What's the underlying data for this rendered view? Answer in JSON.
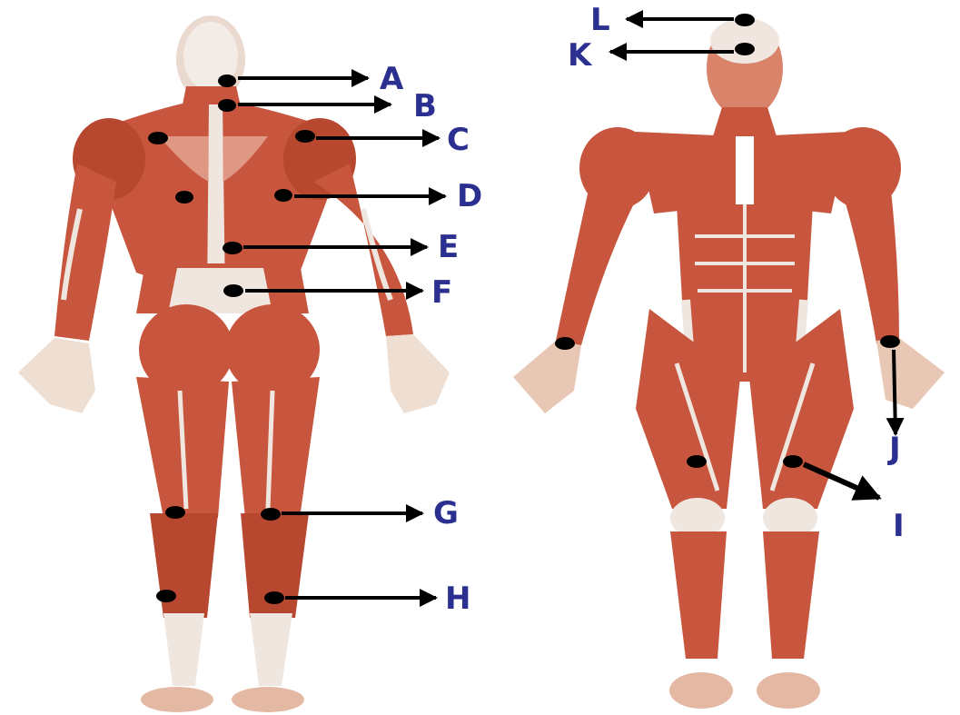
{
  "colors": {
    "muscle": "#c8553d",
    "muscle_dark": "#9a3422",
    "muscle_light": "#e07a5f",
    "tendon": "#efe7df",
    "marker": "#000000",
    "label": "#2b2f8f"
  },
  "figures": [
    {
      "id": "posterior",
      "view": "back"
    },
    {
      "id": "anterior",
      "view": "front"
    }
  ],
  "labels": [
    {
      "id": "A",
      "text": "A"
    },
    {
      "id": "B",
      "text": "B"
    },
    {
      "id": "C",
      "text": "C"
    },
    {
      "id": "D",
      "text": "D"
    },
    {
      "id": "E",
      "text": "E"
    },
    {
      "id": "F",
      "text": "F"
    },
    {
      "id": "G",
      "text": "G"
    },
    {
      "id": "H",
      "text": "H"
    },
    {
      "id": "I",
      "text": "I"
    },
    {
      "id": "J",
      "text": "J"
    },
    {
      "id": "K",
      "text": "K"
    },
    {
      "id": "L",
      "text": "L"
    }
  ]
}
